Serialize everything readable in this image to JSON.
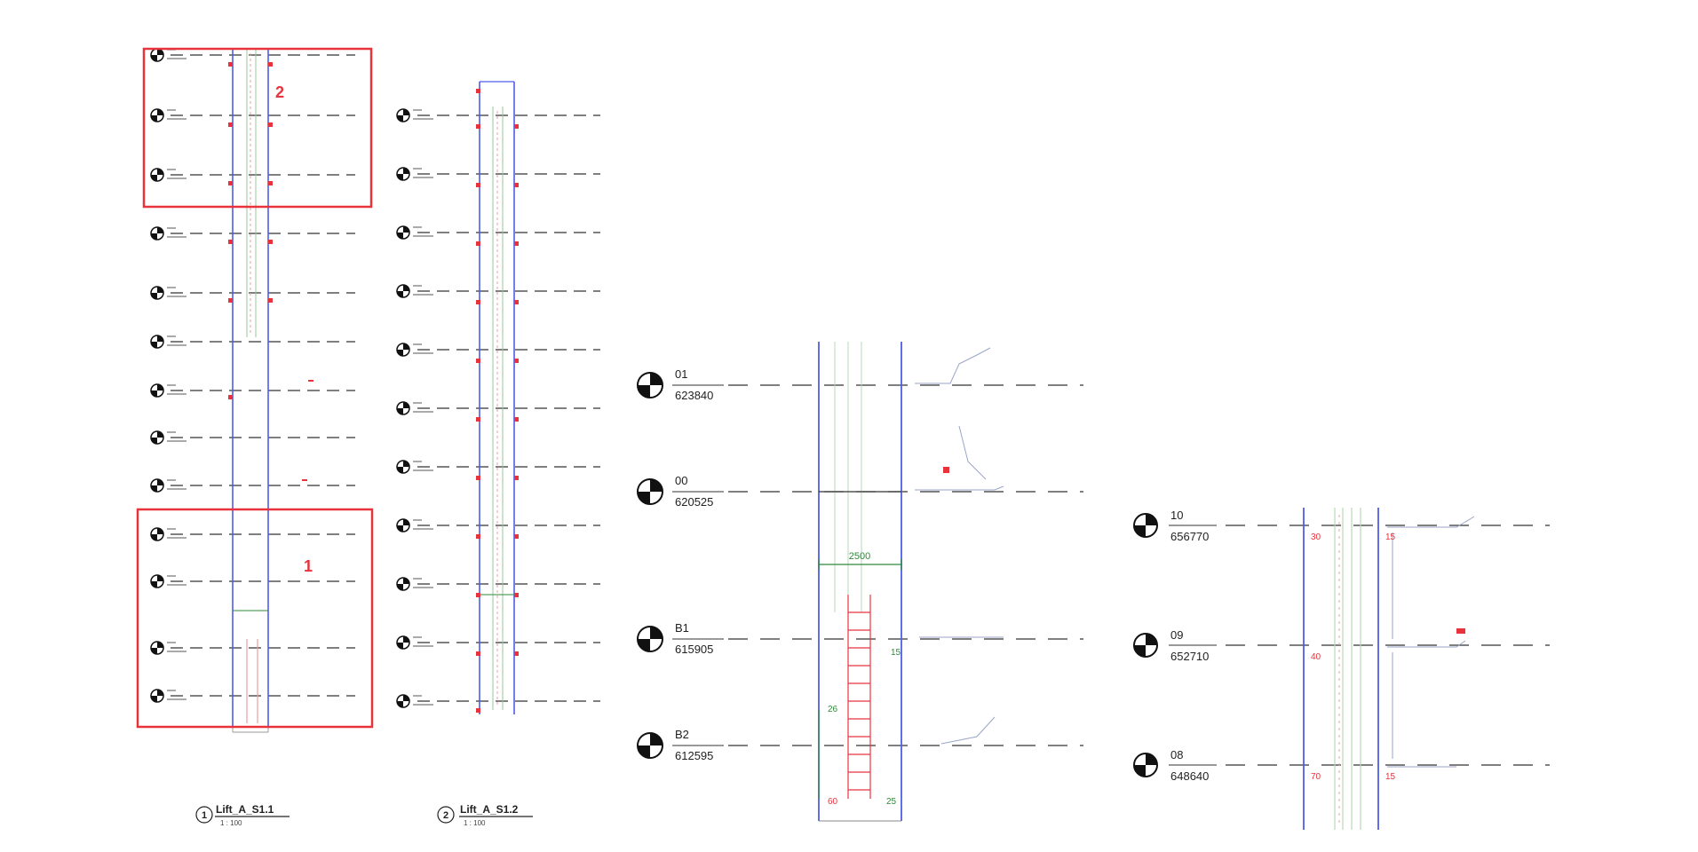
{
  "views": {
    "v1": {
      "number": "1",
      "title": "Lift_A_S1.1",
      "scale": "1 : 100"
    },
    "v2": {
      "number": "2",
      "title": "Lift_A_S1.2",
      "scale": "1 : 100"
    }
  },
  "callouts": [
    {
      "label": "2"
    },
    {
      "label": "1"
    }
  ],
  "detail_levels": [
    {
      "name": "01",
      "elevation": "623840"
    },
    {
      "name": "00",
      "elevation": "620525"
    },
    {
      "name": "B1",
      "elevation": "615905"
    },
    {
      "name": "B2",
      "elevation": "612595"
    }
  ],
  "detail_dims": {
    "width": "2500",
    "left_low": "26",
    "right_mid": "15",
    "bottom_left": "60",
    "bottom_right": "25"
  },
  "upper_levels": [
    {
      "name": "10",
      "elevation": "656770",
      "tag": "30",
      "tag_right": "15"
    },
    {
      "name": "09",
      "elevation": "652710",
      "tag": "40",
      "tag_right": ""
    },
    {
      "name": "08",
      "elevation": "648640",
      "tag": "70",
      "tag_right": "15"
    }
  ],
  "colors": {
    "level_line": "#333333",
    "lift_blue": "#4f5ee8",
    "markup_red": "#e8323c",
    "dim_green": "#2e8b3a",
    "text": "#222222"
  }
}
